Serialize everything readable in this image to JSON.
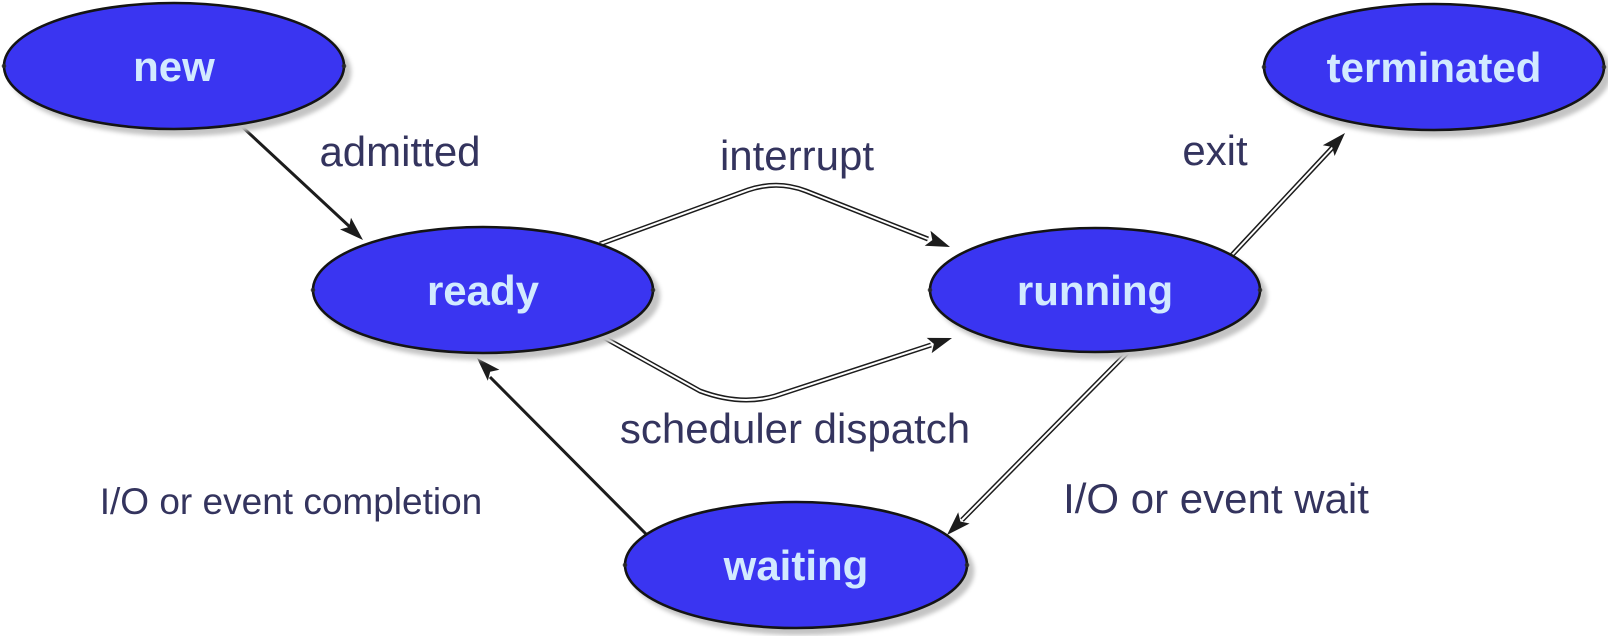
{
  "diagram": {
    "type": "state-diagram",
    "nodes": [
      {
        "id": "new",
        "label": "new"
      },
      {
        "id": "ready",
        "label": "ready"
      },
      {
        "id": "running",
        "label": "running"
      },
      {
        "id": "waiting",
        "label": "waiting"
      },
      {
        "id": "terminated",
        "label": "terminated"
      }
    ],
    "edges": [
      {
        "from": "new",
        "to": "ready",
        "label": "admitted"
      },
      {
        "from": "ready",
        "to": "running",
        "label": "interrupt"
      },
      {
        "from": "ready",
        "to": "running",
        "label": "scheduler dispatch"
      },
      {
        "from": "running",
        "to": "terminated",
        "label": "exit"
      },
      {
        "from": "running",
        "to": "waiting",
        "label": "I/O or event wait"
      },
      {
        "from": "waiting",
        "to": "ready",
        "label": "I/O or event completion"
      }
    ],
    "colors": {
      "node_fill": "#3a35f1",
      "node_stroke": "#141414",
      "node_text": "#d2eaff",
      "edge_text": "#34345e",
      "line": "#1c1c1c",
      "background": "#ffffff",
      "shadow": "#c4c4c4"
    }
  }
}
